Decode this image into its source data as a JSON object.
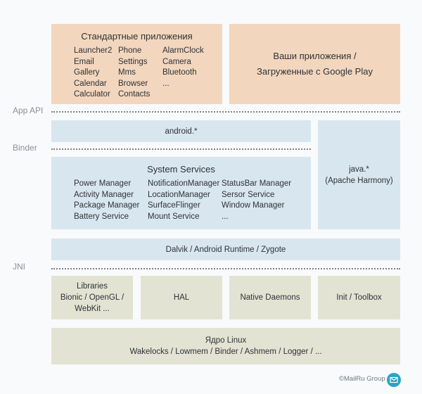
{
  "standard_apps": {
    "title": "Стандартные приложения",
    "items": [
      "Launcher2",
      "Phone",
      "AlarmClock",
      "Email",
      "Settings",
      "Camera",
      "Gallery",
      "Mms",
      "Bluetooth",
      "Calendar",
      "Browser",
      "...",
      "Calculator",
      "Contacts"
    ]
  },
  "your_apps": {
    "line1": "Ваши приложения /",
    "line2": "Загруженные с Google Play"
  },
  "labels": {
    "app_api": "App API",
    "binder": "Binder",
    "jni": "JNI"
  },
  "android_framework": "android.*",
  "java": {
    "line1": "java.*",
    "line2": "(Apache Harmony)"
  },
  "system_services": {
    "title": "System Services",
    "items": [
      "Power Manager",
      "NotificationManager",
      "StatusBar Manager",
      "Activity Manager",
      "LocationManager",
      "Sersor Service",
      "Package Manager",
      "SurfaceFlinger",
      "Window Manager",
      "Battery Service",
      "Mount Service",
      "..."
    ]
  },
  "dalvik": "Dalvik / Android Runtime / Zygote",
  "native": {
    "libraries": [
      "Libraries",
      "Bionic / OpenGL /",
      "WebKit ..."
    ],
    "hal": "HAL",
    "daemons": "Native Daemons",
    "init": "Init / Toolbox"
  },
  "kernel": {
    "title": "Ядро Linux",
    "subtitle": "Wakelocks / Lowmem / Binder / Ashmem / Logger / ..."
  },
  "footer": {
    "credit": "©MailRu Group",
    "icon": "mail-icon",
    "icon_color": "#2aa3c3"
  },
  "colors": {
    "apps_layer": "#f2d6bd",
    "framework_layer": "#d8e6ef",
    "native_layer": "#e3e3d3"
  }
}
